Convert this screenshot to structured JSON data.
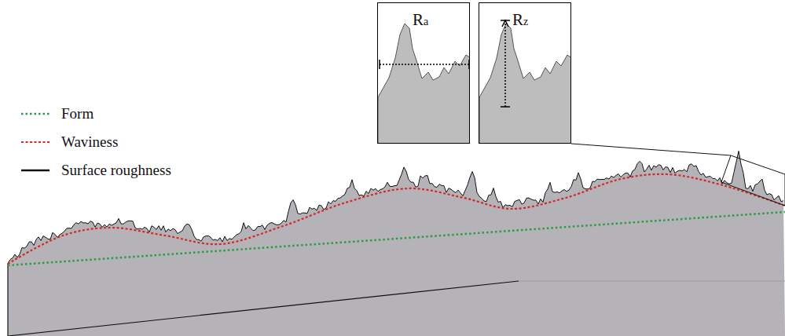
{
  "diagram": {
    "nodes": [
      {
        "text": [
          "Ra"
        ]
      },
      {
        "text": [
          "Rz"
        ]
      }
    ],
    "legend": [
      {
        "text": "Form"
      },
      {
        "text": "Waviness"
      },
      {
        "text": "Surface roughness"
      }
    ]
  }
}
